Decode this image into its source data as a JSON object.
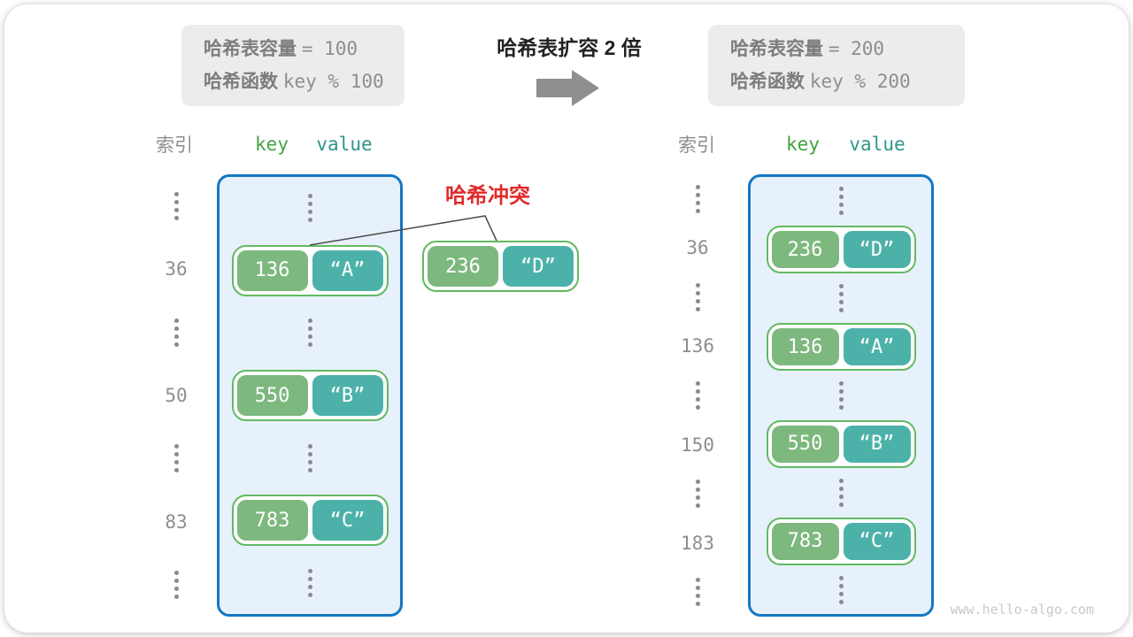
{
  "headers": {
    "left": {
      "capacity_label": "哈希表容量",
      "capacity_value": "= 100",
      "hash_label": "哈希函数",
      "hash_value": "key % 100"
    },
    "right": {
      "capacity_label": "哈希表容量",
      "capacity_value": "= 200",
      "hash_label": "哈希函数",
      "hash_value": "key % 200"
    }
  },
  "transition": {
    "title": "哈希表扩容 2 倍",
    "arrow_icon": "right-arrow"
  },
  "columns": {
    "index_label": "索引",
    "key_label": "key",
    "value_label": "value"
  },
  "collision": {
    "label": "哈希冲突",
    "pair": {
      "key": "236",
      "value": "“D”"
    }
  },
  "left_table": {
    "rows": [
      {
        "type": "ellipsis"
      },
      {
        "type": "pair",
        "index": "36",
        "key": "136",
        "value": "“A”"
      },
      {
        "type": "ellipsis"
      },
      {
        "type": "pair",
        "index": "50",
        "key": "550",
        "value": "“B”"
      },
      {
        "type": "ellipsis"
      },
      {
        "type": "pair",
        "index": "83",
        "key": "783",
        "value": "“C”"
      },
      {
        "type": "ellipsis"
      }
    ]
  },
  "right_table": {
    "rows": [
      {
        "type": "ellipsis"
      },
      {
        "type": "pair",
        "index": "36",
        "key": "236",
        "value": "“D”"
      },
      {
        "type": "ellipsis"
      },
      {
        "type": "pair",
        "index": "136",
        "key": "136",
        "value": "“A”"
      },
      {
        "type": "ellipsis"
      },
      {
        "type": "pair",
        "index": "150",
        "key": "550",
        "value": "“B”"
      },
      {
        "type": "ellipsis"
      },
      {
        "type": "pair",
        "index": "183",
        "key": "783",
        "value": "“C”"
      },
      {
        "type": "ellipsis"
      }
    ]
  },
  "watermark": "www.hello-algo.com",
  "colors": {
    "key_fill": "#7db87e",
    "value_fill": "#4cb2a9",
    "pair_border": "#62ba62",
    "table_fill": "#e7f1fb",
    "table_border": "#1577c2",
    "key_header": "#44a244",
    "value_header": "#2e9688",
    "collision_red": "#e02b2b",
    "muted_gray": "#8e8e8e",
    "box_gray": "#ececec",
    "arrow_gray": "#8f8f8f"
  }
}
